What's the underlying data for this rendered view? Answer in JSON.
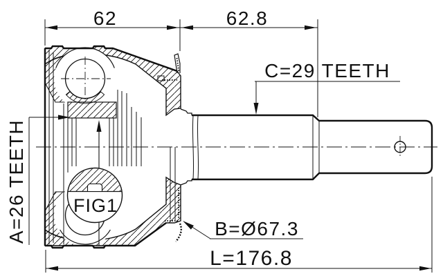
{
  "drawing": {
    "type": "cv-joint-outer-technical-drawing",
    "background": "#ffffff",
    "line_color": "#111111"
  },
  "dimensions": {
    "top_left_width": "62",
    "top_right_width": "62.8",
    "overall_length": "L=176.8",
    "boot_seat_diameter": "B=Ø67.3",
    "outer_spline": "C=29 TEETH",
    "inner_spline": "A=26 TEETH"
  },
  "figure": {
    "detail_balloon": "FIG1"
  }
}
